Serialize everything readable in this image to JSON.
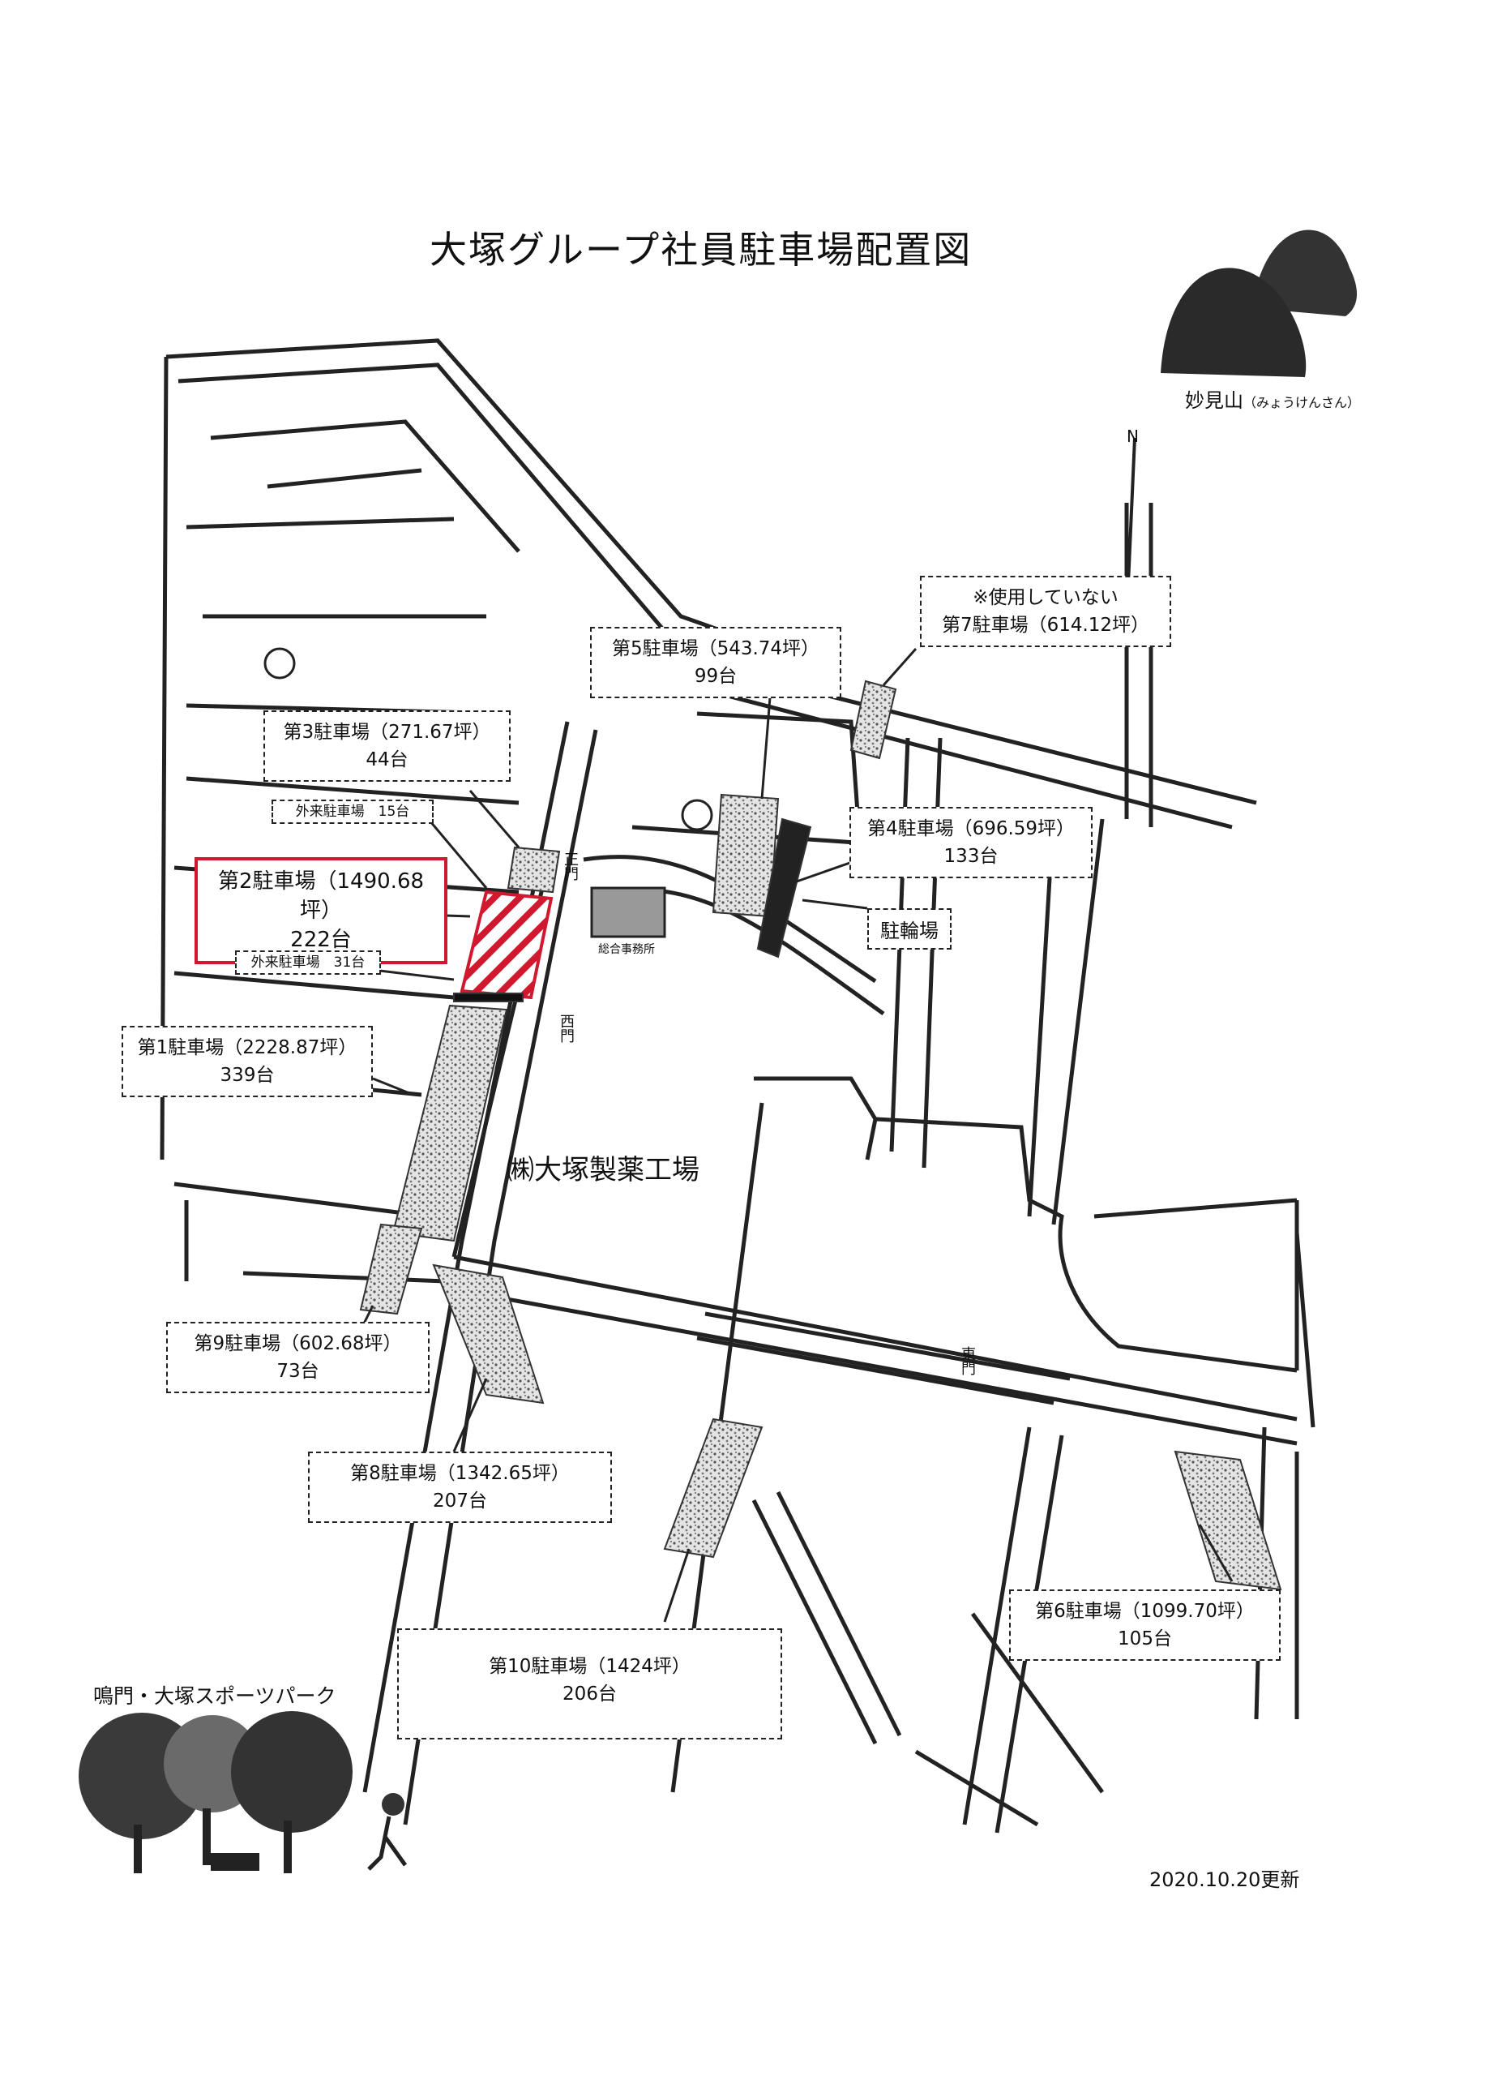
{
  "title": "大塚グループ社員駐車場配置図",
  "mountain": {
    "name": "妙見山",
    "reading": "（みょうけんさん）"
  },
  "compass": "N",
  "factory": "㈱大塚製薬工場",
  "office": "総合事務所",
  "gates": {
    "south_gate": "正門",
    "west_gate": "西門",
    "east_gate": "東門"
  },
  "bicycle_parking": "駐輪場",
  "park_name": "鳴門・大塚スポーツパーク",
  "updated": "2020.10.20更新",
  "parking_lots": [
    {
      "id": "p7",
      "note": "※使用していない",
      "name": "第7駐車場（614.12坪）",
      "capacity": ""
    },
    {
      "id": "p5",
      "note": "",
      "name": "第5駐車場（543.74坪）",
      "capacity": "99台"
    },
    {
      "id": "p3",
      "note": "",
      "name": "第3駐車場（271.67坪）",
      "capacity": "44台"
    },
    {
      "id": "v15",
      "note": "",
      "name": "外来駐車場　15台",
      "capacity": ""
    },
    {
      "id": "p4",
      "note": "",
      "name": "第4駐車場（696.59坪）",
      "capacity": "133台"
    },
    {
      "id": "p2",
      "note": "",
      "name": "第2駐車場（1490.68坪）",
      "capacity": "222台",
      "highlight": true
    },
    {
      "id": "v31",
      "note": "",
      "name": "外来駐車場　31台",
      "capacity": ""
    },
    {
      "id": "p1",
      "note": "",
      "name": "第1駐車場（2228.87坪）",
      "capacity": "339台"
    },
    {
      "id": "p9",
      "note": "",
      "name": "第9駐車場（602.68坪）",
      "capacity": "73台"
    },
    {
      "id": "p8",
      "note": "",
      "name": "第8駐車場（1342.65坪）",
      "capacity": "207台"
    },
    {
      "id": "p6",
      "note": "",
      "name": "第6駐車場（1099.70坪）",
      "capacity": "105台"
    },
    {
      "id": "p10",
      "note": "",
      "name": "第10駐車場（1424坪）",
      "capacity": "206台"
    }
  ],
  "colors": {
    "highlight": "#d0182f",
    "lot_fill": "#b9b9b9",
    "line": "#222222"
  }
}
